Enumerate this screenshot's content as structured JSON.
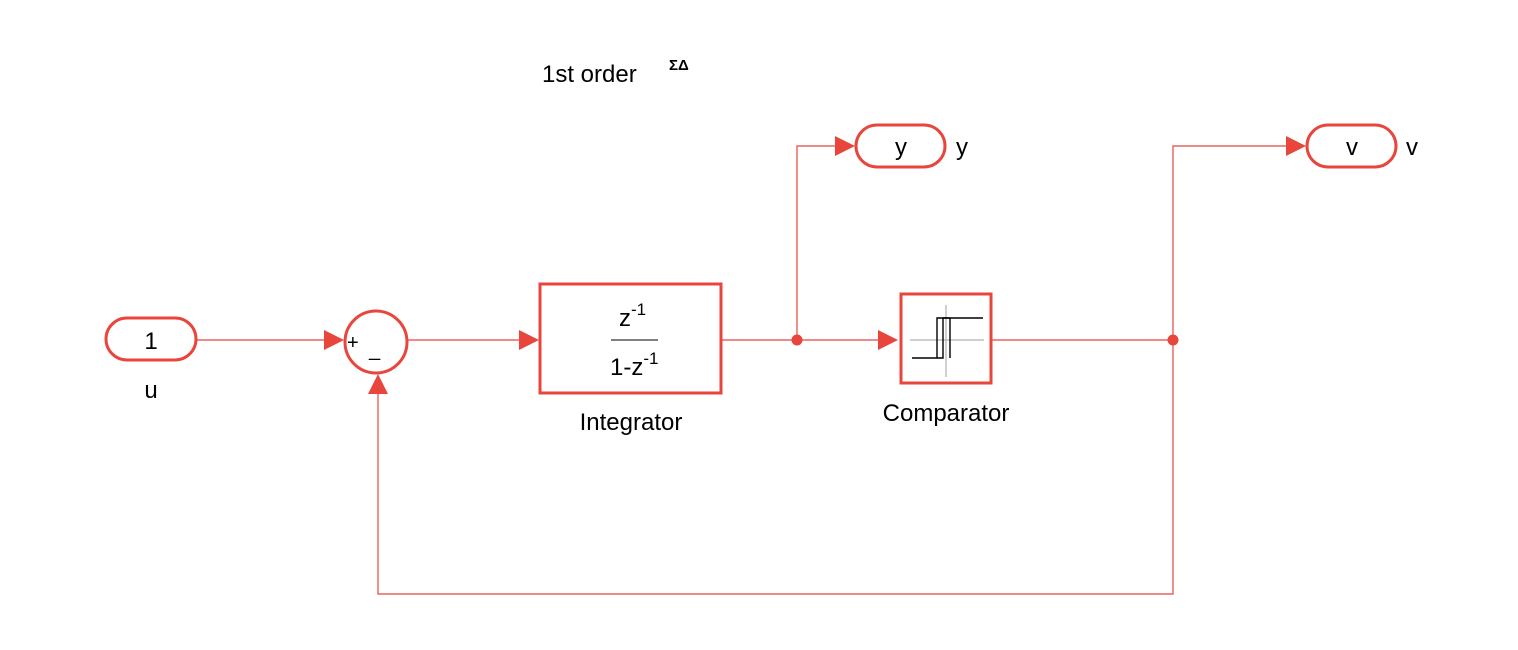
{
  "diagram": {
    "title": {
      "main": "1st order ",
      "symbol": "ΣΔ"
    },
    "inport": {
      "number": "1",
      "label": "u"
    },
    "sum": {
      "plus_sign": "+",
      "minus_sign": "_"
    },
    "integrator": {
      "label": "Integrator",
      "numerator_base": "z",
      "numerator_exp": "-1",
      "denominator_base": "1-z",
      "denominator_exp": "-1"
    },
    "comparator": {
      "label": "Comparator"
    },
    "outport_y": {
      "tag": "y",
      "label": "y"
    },
    "outport_v": {
      "tag": "v",
      "label": "v"
    }
  },
  "colors": {
    "block_border": "#e8453c",
    "signal_line": "#e8453c",
    "block_fill": "#ffffff",
    "text": "#000000",
    "comparator_axis": "#b0b0b0",
    "comparator_curve": "#000000"
  }
}
